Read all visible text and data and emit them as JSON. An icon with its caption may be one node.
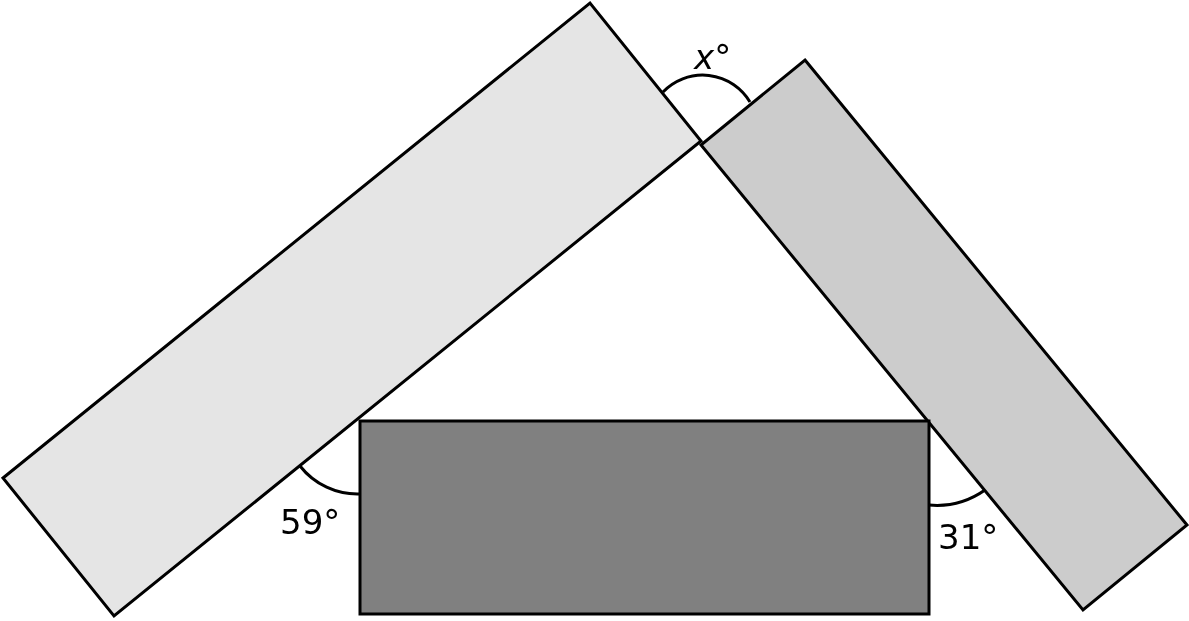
{
  "diagram": {
    "labels": [
      "*x*°",
      "59°",
      "31°"
    ]
  }
}
